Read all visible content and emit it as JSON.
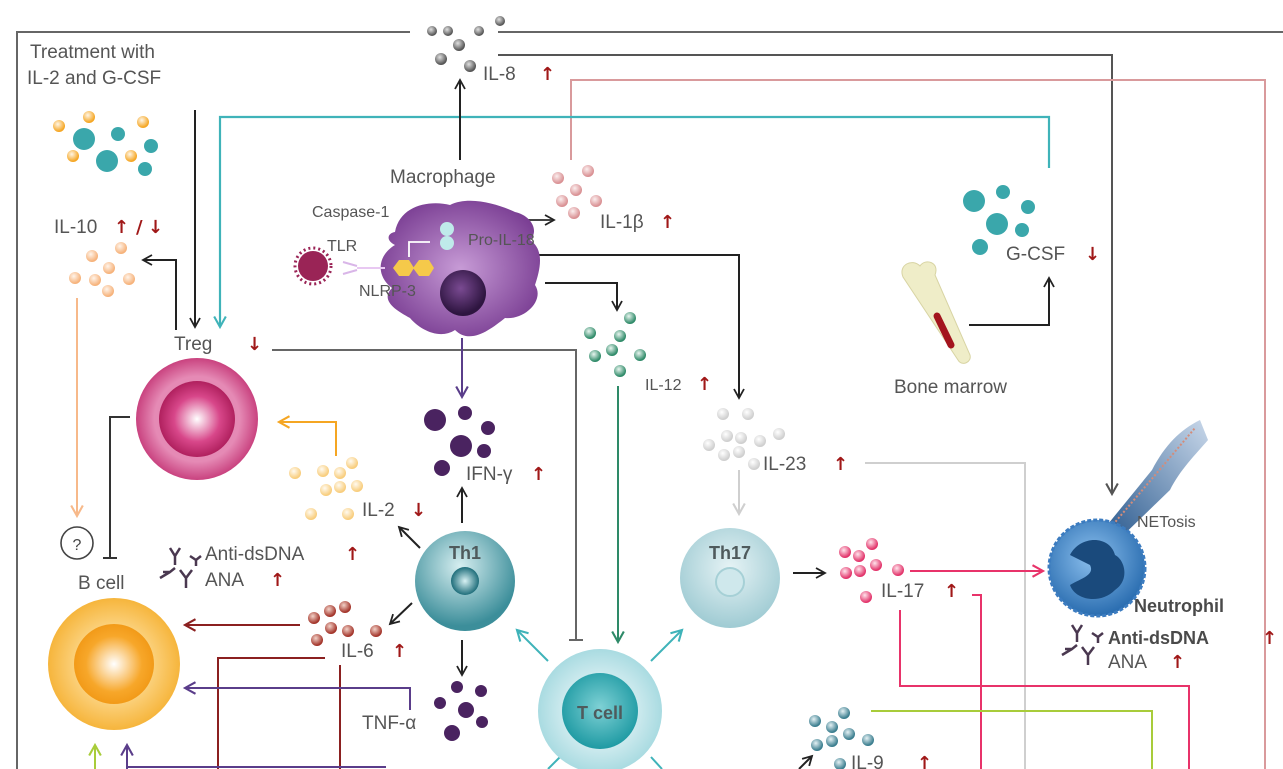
{
  "diagram": {
    "treatment_label_line1": "Treatment with",
    "treatment_label_line2": "IL-2 and G-CSF",
    "cells": {
      "macrophage": "Macrophage",
      "treg": "Treg",
      "b_cell": "B cell",
      "th1": "Th1",
      "th17": "Th17",
      "t_cell": "T cell",
      "neutrophil": "Neutrophil",
      "bone_marrow": "Bone marrow"
    },
    "macrophage_parts": {
      "caspase": "Caspase-1",
      "tlr": "TLR",
      "nlrp3": "NLRP-3",
      "pro_il18": "Pro-IL-18"
    },
    "cytokines": {
      "il8": {
        "label": "IL-8",
        "change": "↑"
      },
      "il1b": {
        "label": "IL-1β",
        "change": "↑"
      },
      "il10": {
        "label": "IL-10",
        "change_up": "↑",
        "slash": "/",
        "change_down": "↓"
      },
      "gcsf": {
        "label": "G-CSF",
        "change": "↓"
      },
      "il12": {
        "label": "IL-12",
        "change": "↑"
      },
      "il23": {
        "label": "IL-23",
        "change": "↑"
      },
      "ifng": {
        "label": "IFN-γ",
        "change": "↑"
      },
      "il2": {
        "label": "IL-2",
        "change": "↓"
      },
      "il6": {
        "label": "IL-6",
        "change": "↑"
      },
      "tnfa": {
        "label": "TNF-α",
        "change": ""
      },
      "il17": {
        "label": "IL-17",
        "change": "↑"
      },
      "il9": {
        "label": "IL-9",
        "change": "↑"
      }
    },
    "treg_change": "↓",
    "netosis": "NETosis",
    "unknown_mark": "?",
    "autoantibodies_bcell": {
      "anti_dsdna": "Anti-dsDNA",
      "anti_dsdna_change": "↑",
      "ana": "ANA",
      "ana_change": "↑"
    },
    "autoantibodies_neutrophil": {
      "anti_dsdna": "Anti-dsDNA",
      "anti_dsdna_change": "↑",
      "ana": "ANA",
      "ana_change": "↑"
    },
    "colors": {
      "up_down_arrow": "#a01818",
      "teal": "#3fb3b9",
      "treg_magenta": "#c2326e",
      "bcell_orange": "#f5a623",
      "macrophage_purple": "#8a4a9e",
      "il17_pink": "#e8336a",
      "il9_green": "#a8cc3a"
    }
  }
}
